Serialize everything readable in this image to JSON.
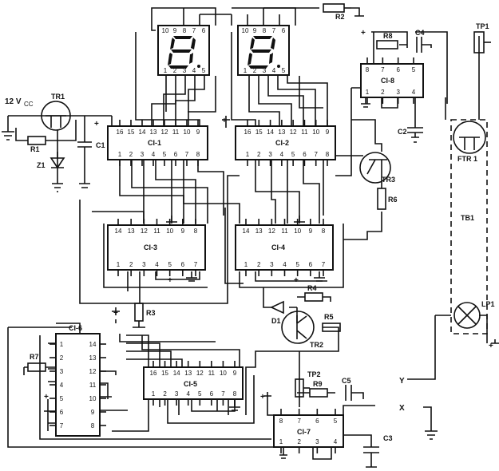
{
  "labels": {
    "supply": "12 V",
    "supply_sub": "CC",
    "plus": "+",
    "x_out": "X",
    "y_out": "Y"
  },
  "ics": {
    "ci1": {
      "name": "CI-1",
      "top": [
        "16",
        "15",
        "14",
        "13",
        "12",
        "11",
        "10",
        "9"
      ],
      "bottom": [
        "1",
        "2",
        "3",
        "4",
        "5",
        "6",
        "7",
        "8"
      ]
    },
    "ci2": {
      "name": "CI-2",
      "top": [
        "16",
        "15",
        "14",
        "13",
        "12",
        "11",
        "10",
        "9"
      ],
      "bottom": [
        "1",
        "2",
        "3",
        "4",
        "5",
        "6",
        "7",
        "8"
      ]
    },
    "ci3": {
      "name": "CI-3",
      "top": [
        "14",
        "13",
        "12",
        "11",
        "10",
        "9",
        "8"
      ],
      "bottom": [
        "1",
        "2",
        "3",
        "4",
        "5",
        "6",
        "7"
      ]
    },
    "ci4": {
      "name": "CI-4",
      "top": [
        "14",
        "13",
        "12",
        "11",
        "10",
        "9",
        "8"
      ],
      "bottom": [
        "1",
        "2",
        "3",
        "4",
        "5",
        "6",
        "7"
      ]
    },
    "ci5": {
      "name": "CI-5",
      "top": [
        "16",
        "15",
        "14",
        "13",
        "12",
        "11",
        "10",
        "9"
      ],
      "bottom": [
        "1",
        "2",
        "3",
        "4",
        "5",
        "6",
        "7",
        "8"
      ]
    },
    "ci6": {
      "name": "CI-6",
      "left": [
        "1",
        "2",
        "3",
        "4",
        "5",
        "6",
        "7"
      ],
      "right": [
        "14",
        "13",
        "12",
        "11",
        "10",
        "9",
        "8"
      ]
    },
    "ci7": {
      "name": "CI-7",
      "top": [
        "8",
        "7",
        "6",
        "5"
      ],
      "bottom": [
        "1",
        "2",
        "3",
        "4"
      ]
    },
    "ci8": {
      "name": "CI-8",
      "top": [
        "8",
        "7",
        "6",
        "5"
      ],
      "bottom": [
        "1",
        "2",
        "3",
        "4"
      ]
    }
  },
  "displays": {
    "top_pins": [
      "10",
      "9",
      "8",
      "7",
      "6"
    ],
    "bottom_pins": [
      "1",
      "2",
      "3",
      "4",
      "5"
    ]
  },
  "components": {
    "tr1": "TR1",
    "tr2": "TR2",
    "tr3": "TR3",
    "r1": "R1",
    "r2": "R2",
    "r3": "R3",
    "r4": "R4",
    "r5": "R5",
    "r6": "R6",
    "r7": "R7",
    "r8": "R8",
    "r9": "R9",
    "c1": "C1",
    "c2": "C2",
    "c3": "C3",
    "c4": "C4",
    "c5": "C5",
    "z1": "Z1",
    "d1": "D1",
    "tp1": "TP1",
    "tp2": "TP2",
    "ftr1": "FTR 1",
    "tb1": "TB1",
    "lp1": "LP1"
  }
}
